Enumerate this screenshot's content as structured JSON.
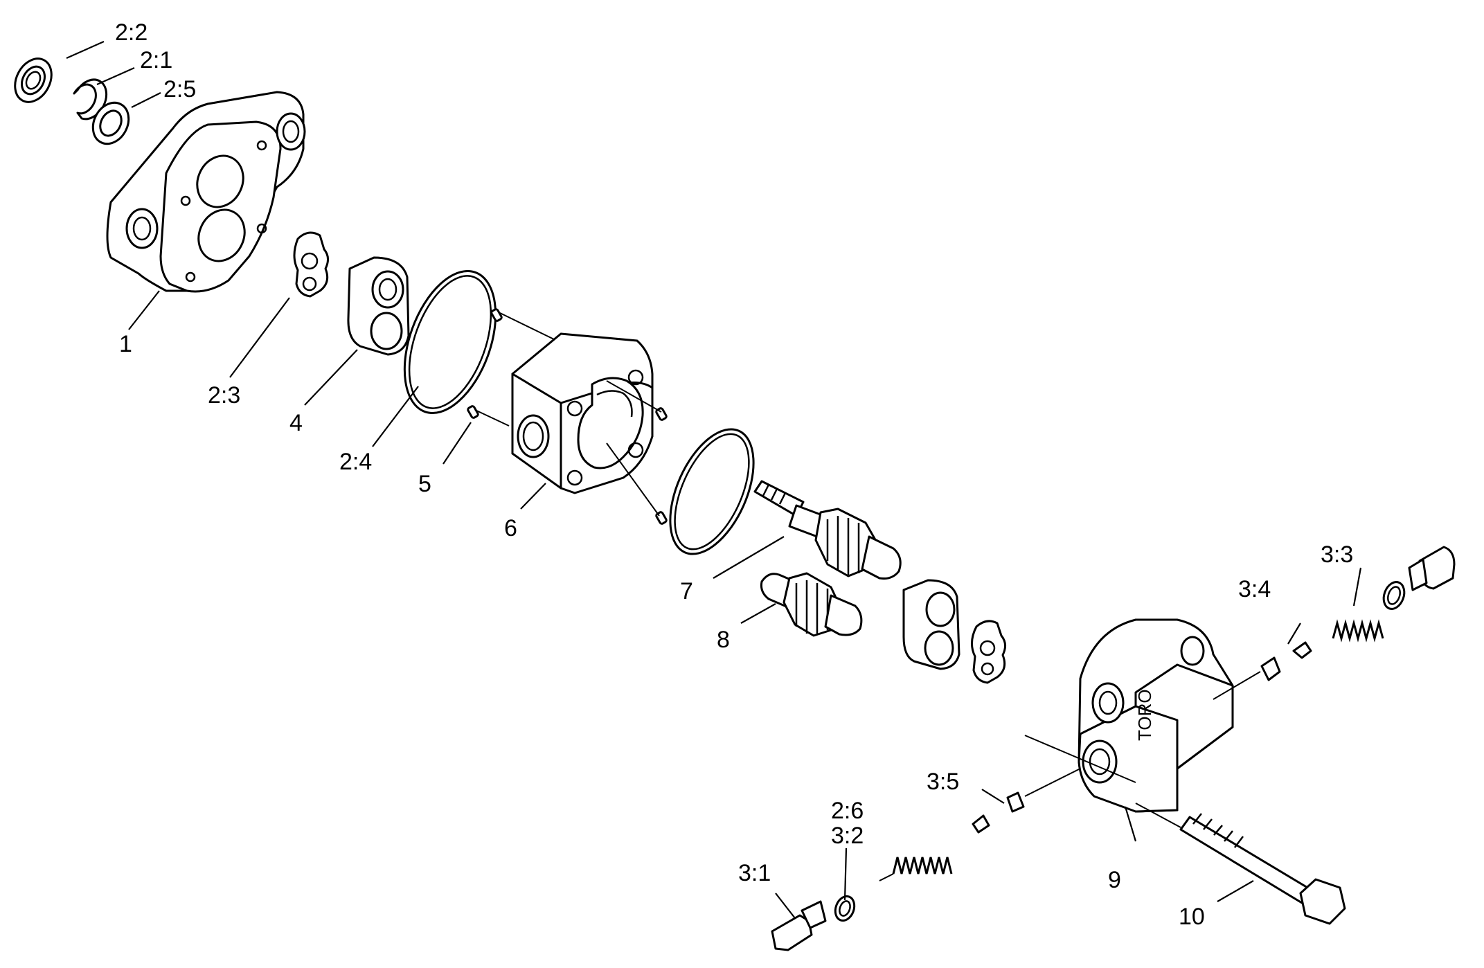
{
  "colors": {
    "line": "#000000",
    "background": "#ffffff"
  },
  "housing_stamp": "TORO",
  "labels": {
    "l1": "1",
    "l2_1": "2:1",
    "l2_2": "2:2",
    "l2_3": "2:3",
    "l2_4": "2:4",
    "l2_5": "2:5",
    "l2_6": "2:6",
    "l3_1": "3:1",
    "l3_2": "3:2",
    "l3_3": "3:3",
    "l3_4": "3:4",
    "l3_5": "3:5",
    "l4": "4",
    "l5": "5",
    "l6": "6",
    "l7": "7",
    "l8": "8",
    "l9": "9",
    "l10": "10"
  }
}
